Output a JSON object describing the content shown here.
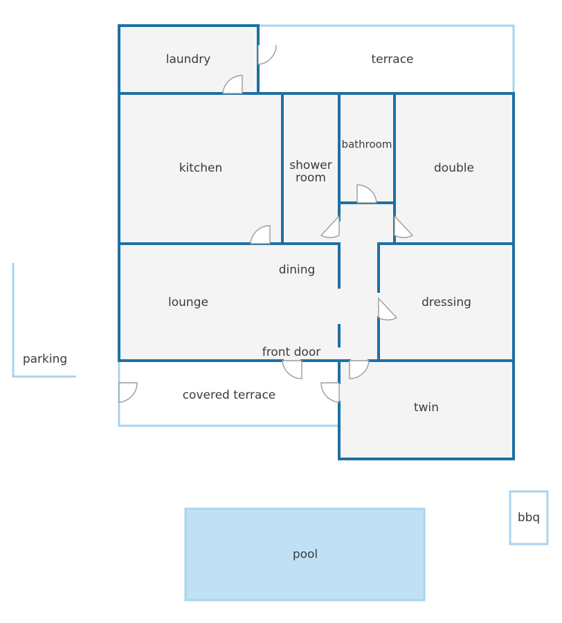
{
  "rooms": {
    "laundry": "laundry",
    "terrace": "terrace",
    "kitchen": "kitchen",
    "shower_room_line1": "shower",
    "shower_room_line2": "room",
    "bathroom": "bathroom",
    "double": "double",
    "dining": "dining",
    "lounge": "lounge",
    "dressing": "dressing",
    "front_door": "front door",
    "covered_terrace": "covered terrace",
    "twin": "twin",
    "parking": "parking",
    "bbq": "bbq",
    "pool": "pool"
  },
  "colors": {
    "wall": "#1d6fa3",
    "light_wall": "#a9d3ef",
    "room_fill": "#f4f4f4",
    "pool_fill": "#c0e1f5",
    "door": "#9a9a9a",
    "text": "#3a3a3a"
  }
}
